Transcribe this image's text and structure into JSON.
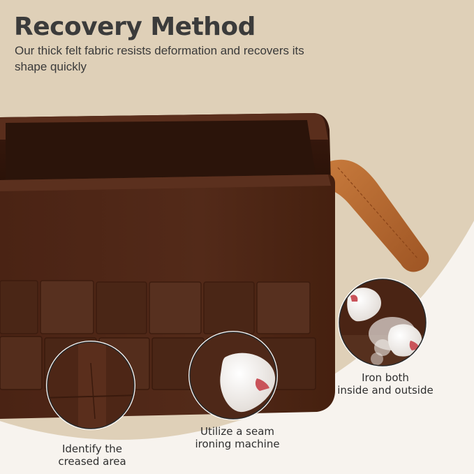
{
  "header": {
    "title": "Recovery Method",
    "subtitle": "Our thick felt fabric resists deformation and recovers its shape quickly"
  },
  "callouts": [
    {
      "line1": "Identify the",
      "line2": "creased area",
      "icon": "felt-crease-closeup"
    },
    {
      "line1": "Utilize a seam",
      "line2": "ironing machine",
      "icon": "steam-iron-icon"
    },
    {
      "line1": "Iron both",
      "line2": "inside and outside",
      "icon": "steam-iron-icon"
    }
  ],
  "colors": {
    "background": "#f7f3ee",
    "beige_band": "#dfd0b8",
    "felt_brown": "#4e2616",
    "leather_handle": "#b8692f",
    "iron_white": "#f4f1ee",
    "iron_accent": "#c9535a"
  }
}
